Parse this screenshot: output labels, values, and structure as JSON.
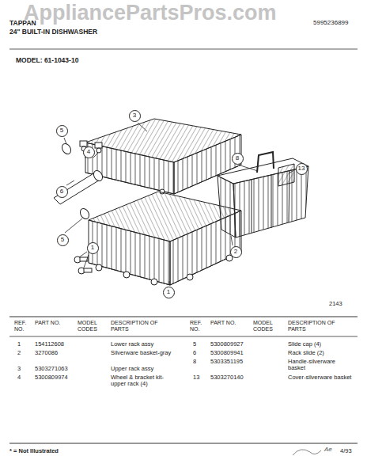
{
  "diagram": {
    "nodes": [
      {
        "text": [
          "3"
        ]
      },
      {
        "text": [
          "5"
        ]
      },
      {
        "text": [
          "4"
        ]
      },
      {
        "text": [
          "8"
        ]
      },
      {
        "text": [
          "13"
        ]
      },
      {
        "text": [
          "6"
        ]
      },
      {
        "text": [
          "5"
        ]
      },
      {
        "text": [
          "1"
        ]
      },
      {
        "text": [
          "2"
        ]
      },
      {
        "text": [
          "1"
        ]
      }
    ],
    "labels": [
      "AppliancePartsPros.com",
      "TAPPAN",
      "24\" BUILT-IN DISHWASHER",
      "5995236899",
      "MODEL: 61-1043-10",
      "2143",
      "REF. NO.",
      "PART NO.",
      "MODEL CODES",
      "DESCRIPTION OF PARTS",
      "REF. NO.",
      "PART NO.",
      "MODEL CODES",
      "DESCRIPTION OF PARTS",
      "1",
      "154112608",
      "Lower rack assy",
      "2",
      "3270086",
      "Silverware basket-gray",
      "3",
      "5303271063",
      "Upper rack assy",
      "4",
      "5300809974",
      "Wheel & bracket kit-upper rack (4)",
      "5",
      "5300809927",
      "Slide cap (4)",
      "6",
      "5300809941",
      "Rack slide (2)",
      "8",
      "5303351195",
      "Handle-silverware basket",
      "13",
      "5303270140",
      "Cover-silverware basket",
      "* = Not Illustrated",
      "Ae",
      "4/93"
    ]
  }
}
